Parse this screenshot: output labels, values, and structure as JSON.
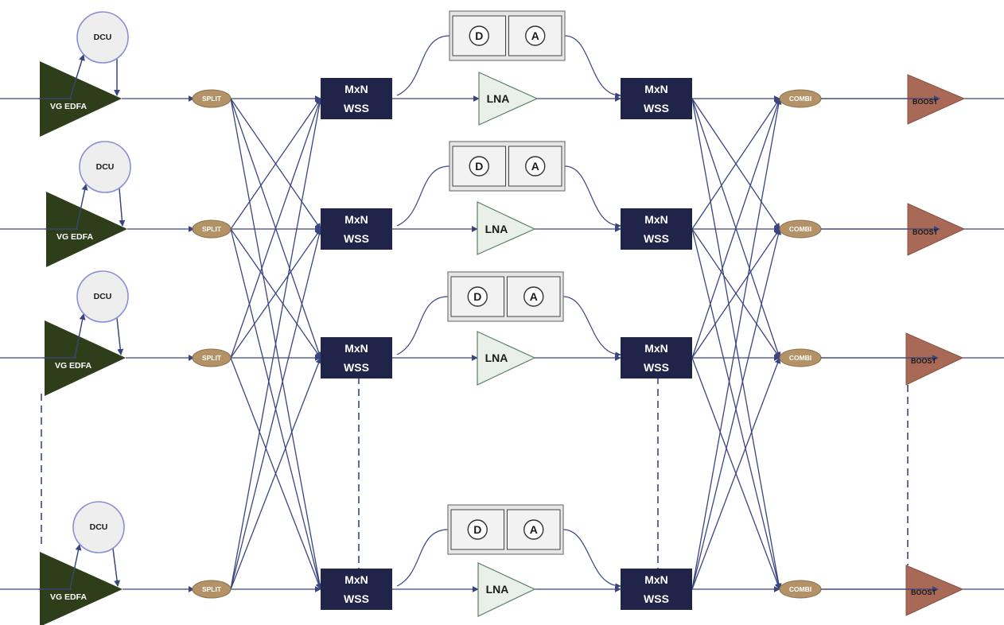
{
  "labels": {
    "dcu": "DCU",
    "vg_edfa": "VG EDFA",
    "split": "SPLIT",
    "wss_line1": "MxN",
    "wss_line2": "WSS",
    "lna": "LNA",
    "detector": "D",
    "amplifier": "A",
    "combi": "COMBI",
    "boost": "BOOST"
  },
  "colors": {
    "edfa": "#2e3e1a",
    "wss": "#1f2448",
    "lna": "#e9f0ea",
    "split_combi": "#b39268",
    "boost": "#a86a56",
    "lines": "#3a4580",
    "dcu_fill": "#eeeeee",
    "da_box": "#e6e6e6"
  }
}
